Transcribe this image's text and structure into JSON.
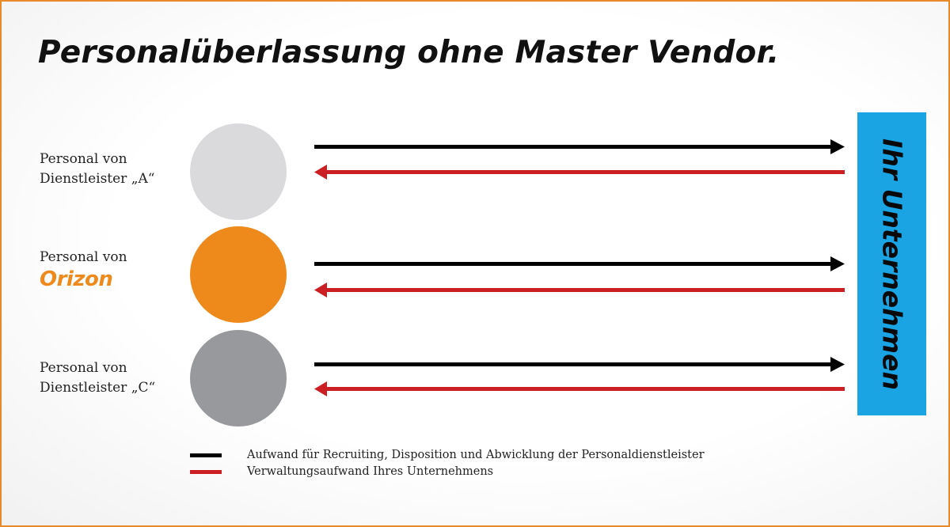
{
  "title": "Personalüberlassung ohne Master Vendor.",
  "rows": [
    {
      "label_line1": "Personal von",
      "label_line2": "Dienstleister „A“",
      "circle_color": "#dadadd"
    },
    {
      "label_line1": "Personal von",
      "logo": "Orizon",
      "circle_color": "#ee8a1c"
    },
    {
      "label_line1": "Personal von",
      "label_line2": "Dienstleister „C“",
      "circle_color": "#97999c"
    }
  ],
  "company": {
    "label": "Ihr Unternehmen",
    "color": "#1aa4e4"
  },
  "arrow_colors": {
    "effort": "#000000",
    "admin": "#cc1f24"
  },
  "legend": [
    {
      "text": "Aufwand für Recruiting, Disposition und Abwicklung der Personaldienstleister",
      "color": "#000000"
    },
    {
      "text": "Verwaltungsaufwand Ihres Unternehmens",
      "color": "#cc1f24"
    }
  ]
}
